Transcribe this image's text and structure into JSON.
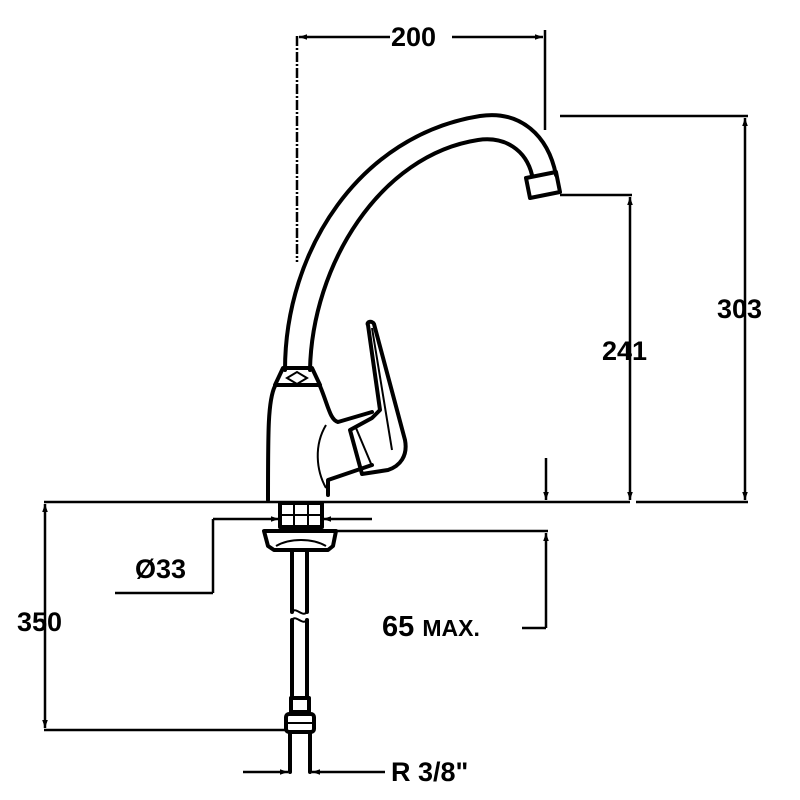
{
  "drawing": {
    "subject": "single-lever kitchen mixer tap, side elevation",
    "units": "mm",
    "line_color": "#000000",
    "background": "#ffffff"
  },
  "dimensions": {
    "spout_reach": "200",
    "total_height": "303",
    "spout_outlet_height": "241",
    "hose_length": "350",
    "base_diameter": "Ø33",
    "max_counter_thickness_value": "65",
    "max_counter_thickness_suffix": "MAX.",
    "connection_thread": "R 3/8\""
  }
}
